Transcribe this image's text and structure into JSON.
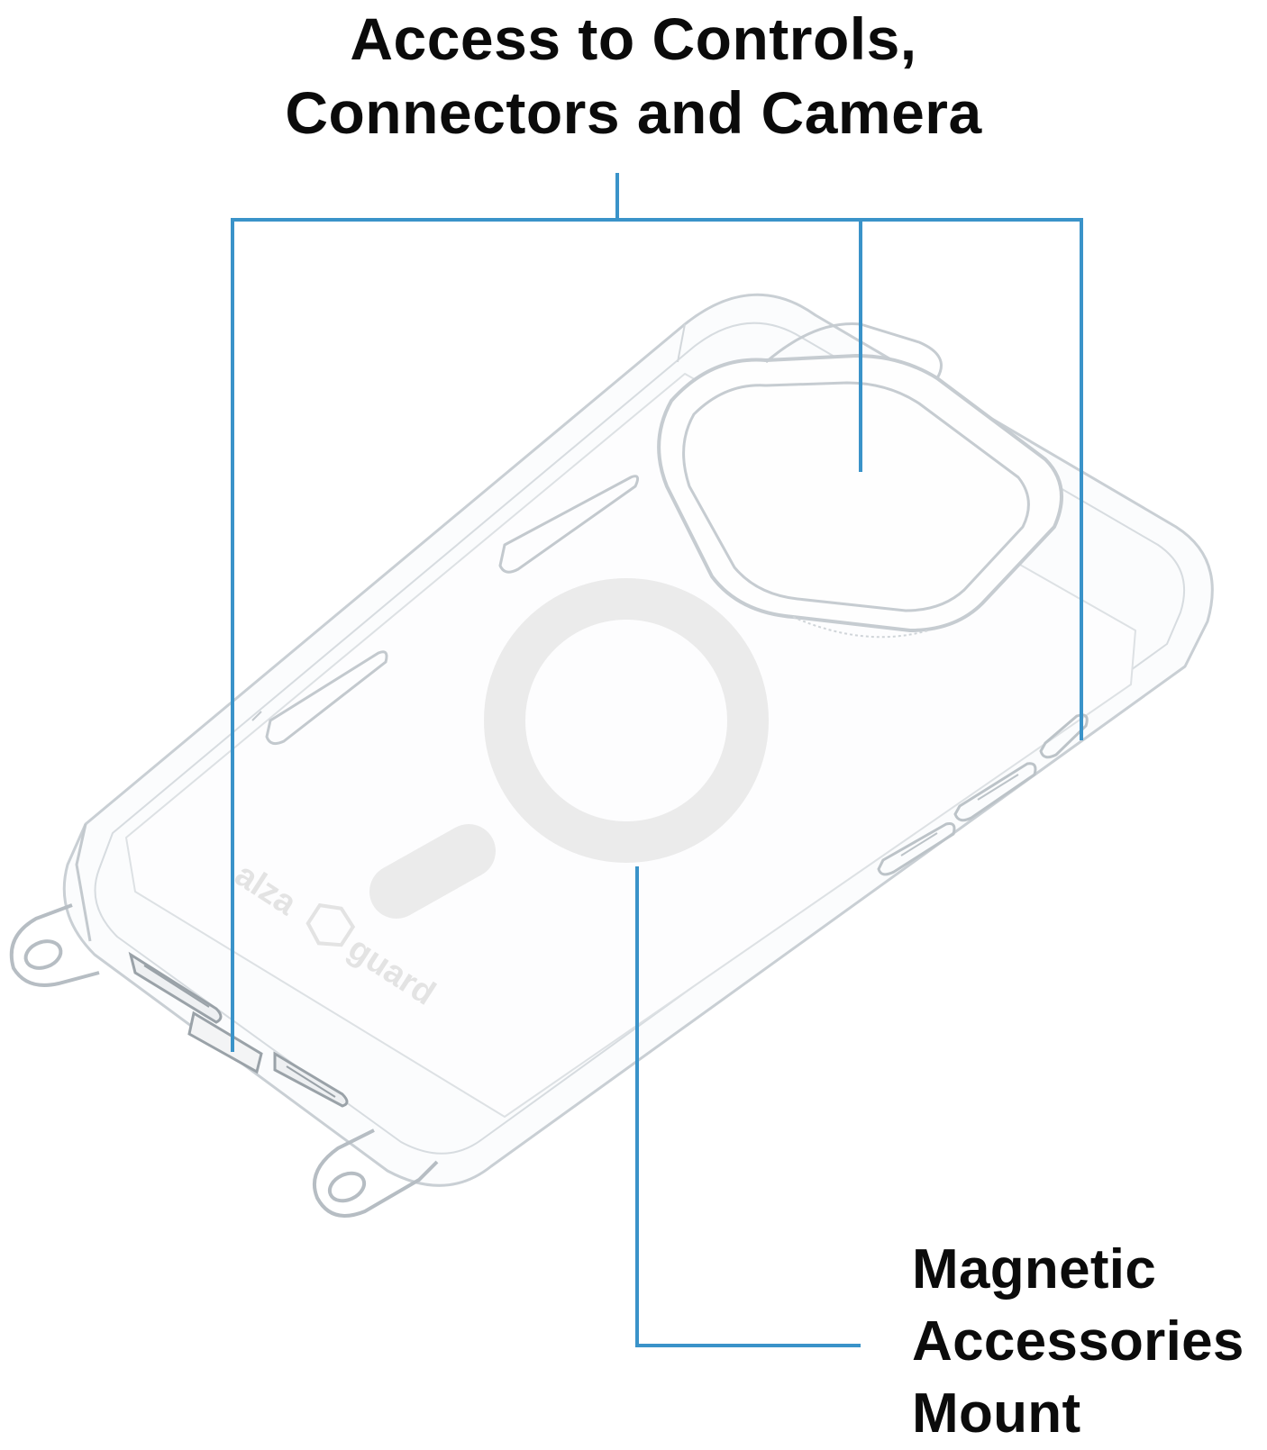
{
  "callouts": {
    "top": {
      "line1": "Access to Controls,",
      "line2": "Connectors and Camera"
    },
    "bottom": {
      "line1": "Magnetic",
      "line2": "Accessories",
      "line3": "Mount"
    }
  },
  "product": {
    "logo": {
      "word1": "alza",
      "word2": "guard"
    }
  },
  "colors": {
    "leader_line": "#3a93c9",
    "text": "#0b0b0b",
    "case_outline": "#c9cfd4",
    "magnet_ring": "#ebebeb"
  }
}
